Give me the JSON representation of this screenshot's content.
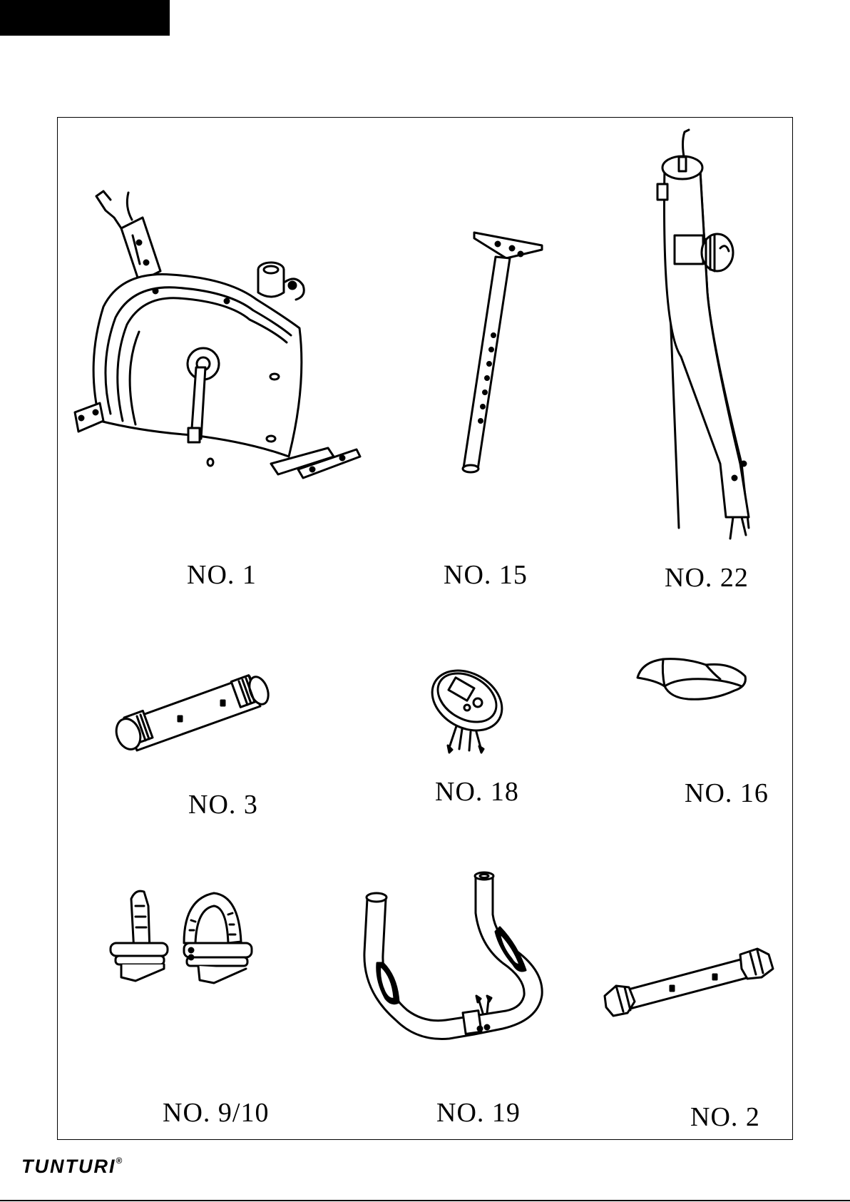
{
  "header": {
    "bar_color": "#000000"
  },
  "parts": [
    {
      "id": "no-1",
      "label": "NO. 1",
      "icon": "bike-frame-icon"
    },
    {
      "id": "no-15",
      "label": "NO. 15",
      "icon": "seat-post-icon"
    },
    {
      "id": "no-22",
      "label": "NO. 22",
      "icon": "handlebar-post-icon"
    },
    {
      "id": "no-3",
      "label": "NO. 3",
      "icon": "front-stabilizer-icon"
    },
    {
      "id": "no-18",
      "label": "NO. 18",
      "icon": "console-icon"
    },
    {
      "id": "no-16",
      "label": "NO. 16",
      "icon": "saddle-icon"
    },
    {
      "id": "no-9-10",
      "label": "NO. 9/10",
      "icon": "pedals-icon"
    },
    {
      "id": "no-19",
      "label": "NO. 19",
      "icon": "handlebar-icon"
    },
    {
      "id": "no-2",
      "label": "NO. 2",
      "icon": "rear-stabilizer-icon"
    }
  ],
  "footer": {
    "brand": "TUNTURI",
    "registered_mark": "®"
  }
}
